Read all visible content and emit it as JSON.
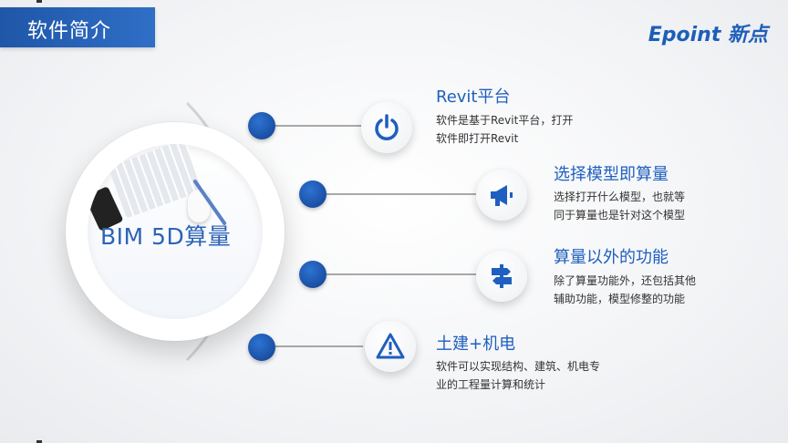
{
  "header": {
    "title": "软件简介",
    "logo": "Epoint 新点"
  },
  "center": {
    "label": "BIM 5D算量"
  },
  "features": [
    {
      "title": "Revit平台",
      "desc": [
        "软件是基于Revit平台，打开",
        "软件即打开Revit"
      ],
      "icon": "power-icon"
    },
    {
      "title": "选择模型即算量",
      "desc": [
        "选择打开什么模型，也就等",
        "同于算量也是针对这个模型"
      ],
      "icon": "megaphone-icon"
    },
    {
      "title": "算量以外的功能",
      "desc": [
        "除了算量功能外，还包括其他",
        "辅助功能，模型修整的功能"
      ],
      "icon": "signpost-icon"
    },
    {
      "title": "土建+机电",
      "desc": [
        "软件可以实现结构、建筑、机电专",
        "业的工程量计算和统计"
      ],
      "icon": "warning-icon"
    }
  ],
  "colors": {
    "accent": "#1f5fbf",
    "dot": "#1a4fa3",
    "header_bg": "#2a63b8"
  }
}
